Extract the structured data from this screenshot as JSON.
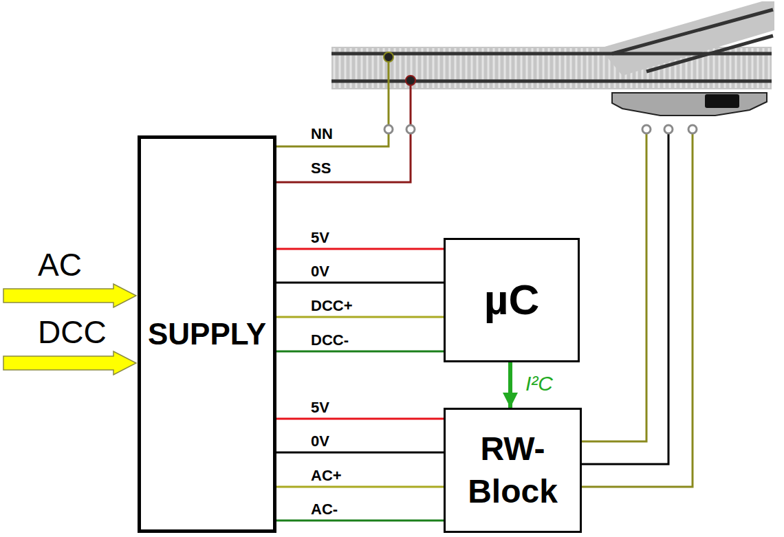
{
  "diagram": {
    "nodes": [
      {
        "text": [
          "SUPPLY"
        ]
      },
      {
        "text": [
          "µC"
        ]
      },
      {
        "text": [
          "RW- Block"
        ]
      }
    ],
    "edges": [
      {
        "from": 0,
        "to": 1,
        "label": "5V",
        "arrow": "none"
      },
      {
        "from": 0,
        "to": 1,
        "label": "0V",
        "arrow": "none"
      },
      {
        "from": 0,
        "to": 1,
        "label": "DCC+",
        "arrow": "none"
      },
      {
        "from": 0,
        "to": 1,
        "label": "DCC-",
        "arrow": "none"
      },
      {
        "from": 1,
        "to": 2,
        "label": "I²C",
        "arrow": "to"
      },
      {
        "from": 0,
        "to": 2,
        "label": "5V",
        "arrow": "none"
      },
      {
        "from": 0,
        "to": 2,
        "label": "0V",
        "arrow": "none"
      },
      {
        "from": 0,
        "to": 2,
        "label": "AC+",
        "arrow": "none"
      },
      {
        "from": 0,
        "to": 2,
        "label": "AC-",
        "arrow": "none"
      }
    ],
    "labels": [
      "NN",
      "SS",
      "AC",
      "DCC"
    ]
  }
}
